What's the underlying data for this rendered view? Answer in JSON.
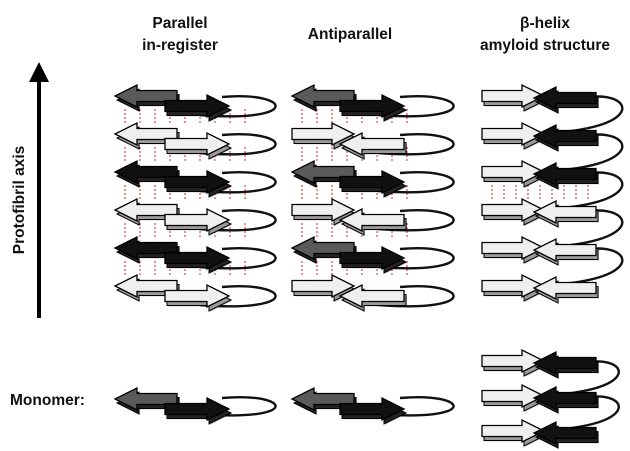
{
  "titles": {
    "parallel_line1": "Parallel",
    "parallel_line2": "in-register",
    "antiparallel": "Antiparallel",
    "beta_line1": "β-helix",
    "beta_line2": "amyloid structure"
  },
  "axis": {
    "label": "Protofibril axis"
  },
  "monomer": {
    "label": "Monomer:"
  },
  "colors": {
    "strand_dark": "#111111",
    "strand_mid": "#5a5a5a",
    "strand_light": "#efefef",
    "hbond": "#d62020",
    "loop": "#111111"
  }
}
